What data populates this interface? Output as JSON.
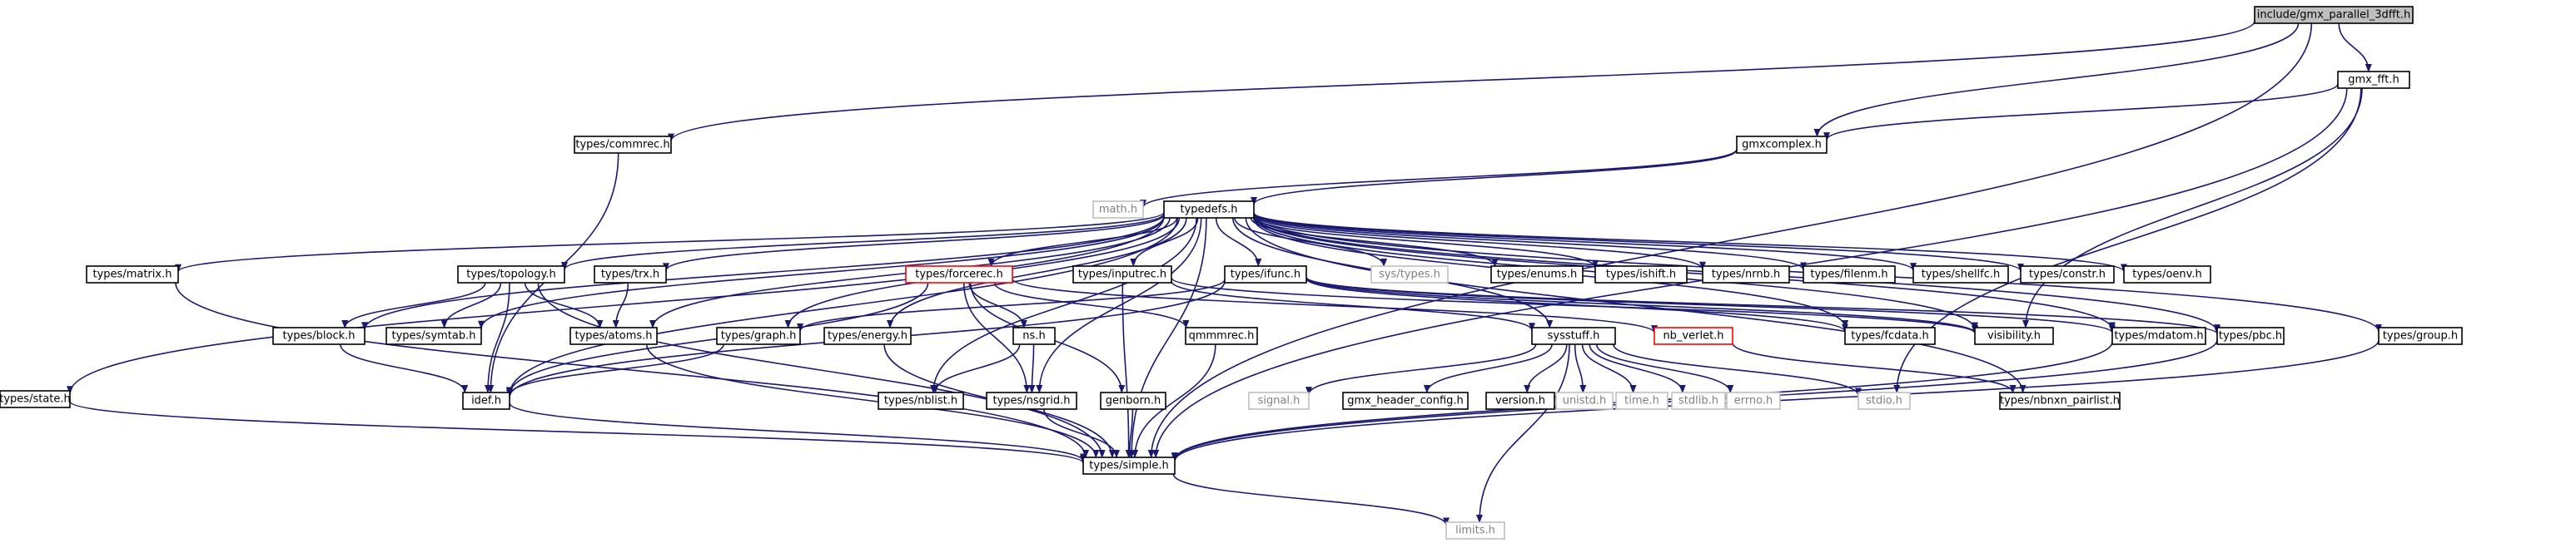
{
  "diagram": {
    "colors": {
      "edge": "#191970",
      "node_border": "#000000",
      "node_fill": "#ffffff",
      "root_fill": "#bfbfbf",
      "missing_border": "#bfbfbf",
      "missing_text": "#808080",
      "truncated_border": "#ff0000"
    },
    "nodes": [
      {
        "id": "root",
        "label": "include/gmx_parallel_3dfft.h",
        "kind": "root"
      },
      {
        "id": "gmx_fft",
        "label": "gmx_fft.h",
        "kind": "normal"
      },
      {
        "id": "commrec",
        "label": "types/commrec.h",
        "kind": "normal"
      },
      {
        "id": "gmxcomplex",
        "label": "gmxcomplex.h",
        "kind": "normal"
      },
      {
        "id": "math",
        "label": "math.h",
        "kind": "missing"
      },
      {
        "id": "typedefs",
        "label": "typedefs.h",
        "kind": "normal"
      },
      {
        "id": "matrix",
        "label": "types/matrix.h",
        "kind": "normal"
      },
      {
        "id": "topology",
        "label": "types/topology.h",
        "kind": "normal"
      },
      {
        "id": "trx",
        "label": "types/trx.h",
        "kind": "normal"
      },
      {
        "id": "forcerec",
        "label": "types/forcerec.h",
        "kind": "truncated"
      },
      {
        "id": "inputrec",
        "label": "types/inputrec.h",
        "kind": "normal"
      },
      {
        "id": "ifunc",
        "label": "types/ifunc.h",
        "kind": "normal"
      },
      {
        "id": "systypes",
        "label": "sys/types.h",
        "kind": "missing"
      },
      {
        "id": "enums",
        "label": "types/enums.h",
        "kind": "normal"
      },
      {
        "id": "ishift",
        "label": "types/ishift.h",
        "kind": "normal"
      },
      {
        "id": "nrnb",
        "label": "types/nrnb.h",
        "kind": "normal"
      },
      {
        "id": "filenm",
        "label": "types/filenm.h",
        "kind": "normal"
      },
      {
        "id": "shellfc",
        "label": "types/shellfc.h",
        "kind": "normal"
      },
      {
        "id": "constr",
        "label": "types/constr.h",
        "kind": "normal"
      },
      {
        "id": "oenv",
        "label": "types/oenv.h",
        "kind": "normal"
      },
      {
        "id": "state",
        "label": "types/state.h",
        "kind": "normal"
      },
      {
        "id": "block",
        "label": "types/block.h",
        "kind": "normal"
      },
      {
        "id": "symtab",
        "label": "types/symtab.h",
        "kind": "normal"
      },
      {
        "id": "atoms",
        "label": "types/atoms.h",
        "kind": "normal"
      },
      {
        "id": "graph",
        "label": "types/graph.h",
        "kind": "normal"
      },
      {
        "id": "energy",
        "label": "types/energy.h",
        "kind": "normal"
      },
      {
        "id": "ns",
        "label": "ns.h",
        "kind": "normal"
      },
      {
        "id": "qmmmrec",
        "label": "qmmmrec.h",
        "kind": "normal"
      },
      {
        "id": "sysstuff",
        "label": "sysstuff.h",
        "kind": "normal"
      },
      {
        "id": "nb_verlet",
        "label": "nb_verlet.h",
        "kind": "truncated"
      },
      {
        "id": "fcdata",
        "label": "types/fcdata.h",
        "kind": "normal"
      },
      {
        "id": "visibility",
        "label": "visibility.h",
        "kind": "normal"
      },
      {
        "id": "mdatom",
        "label": "types/mdatom.h",
        "kind": "normal"
      },
      {
        "id": "pbc",
        "label": "types/pbc.h",
        "kind": "normal"
      },
      {
        "id": "group",
        "label": "types/group.h",
        "kind": "normal"
      },
      {
        "id": "idef",
        "label": "idef.h",
        "kind": "normal"
      },
      {
        "id": "nblist",
        "label": "types/nblist.h",
        "kind": "normal"
      },
      {
        "id": "nsgrid",
        "label": "types/nsgrid.h",
        "kind": "normal"
      },
      {
        "id": "genborn",
        "label": "genborn.h",
        "kind": "normal"
      },
      {
        "id": "signal",
        "label": "signal.h",
        "kind": "missing"
      },
      {
        "id": "gmx_header_config",
        "label": "gmx_header_config.h",
        "kind": "normal"
      },
      {
        "id": "version",
        "label": "version.h",
        "kind": "normal"
      },
      {
        "id": "unistd",
        "label": "unistd.h",
        "kind": "missing"
      },
      {
        "id": "time",
        "label": "time.h",
        "kind": "missing"
      },
      {
        "id": "stdlib",
        "label": "stdlib.h",
        "kind": "missing"
      },
      {
        "id": "errno",
        "label": "errno.h",
        "kind": "missing"
      },
      {
        "id": "stdio",
        "label": "stdio.h",
        "kind": "missing"
      },
      {
        "id": "nbnxn_pairlist",
        "label": "types/nbnxn_pairlist.h",
        "kind": "normal"
      },
      {
        "id": "simple",
        "label": "types/simple.h",
        "kind": "normal"
      },
      {
        "id": "limits",
        "label": "limits.h",
        "kind": "missing"
      }
    ],
    "edges": [
      [
        "root",
        "gmx_fft"
      ],
      [
        "root",
        "commrec"
      ],
      [
        "root",
        "gmxcomplex"
      ],
      [
        "root",
        "simple"
      ],
      [
        "gmx_fft",
        "gmxcomplex"
      ],
      [
        "gmx_fft",
        "visibility"
      ],
      [
        "gmx_fft",
        "stdio"
      ],
      [
        "gmx_fft",
        "simple"
      ],
      [
        "commrec",
        "idef"
      ],
      [
        "gmxcomplex",
        "math"
      ],
      [
        "gmxcomplex",
        "typedefs"
      ],
      [
        "typedefs",
        "state"
      ],
      [
        "typedefs",
        "matrix"
      ],
      [
        "typedefs",
        "topology"
      ],
      [
        "typedefs",
        "trx"
      ],
      [
        "typedefs",
        "forcerec"
      ],
      [
        "typedefs",
        "inputrec"
      ],
      [
        "typedefs",
        "ifunc"
      ],
      [
        "typedefs",
        "systypes"
      ],
      [
        "typedefs",
        "enums"
      ],
      [
        "typedefs",
        "ishift"
      ],
      [
        "typedefs",
        "nrnb"
      ],
      [
        "typedefs",
        "filenm"
      ],
      [
        "typedefs",
        "shellfc"
      ],
      [
        "typedefs",
        "constr"
      ],
      [
        "typedefs",
        "oenv"
      ],
      [
        "typedefs",
        "block"
      ],
      [
        "typedefs",
        "symtab"
      ],
      [
        "typedefs",
        "atoms"
      ],
      [
        "typedefs",
        "graph"
      ],
      [
        "typedefs",
        "energy"
      ],
      [
        "typedefs",
        "nblist"
      ],
      [
        "typedefs",
        "nsgrid"
      ],
      [
        "typedefs",
        "sysstuff"
      ],
      [
        "typedefs",
        "fcdata"
      ],
      [
        "typedefs",
        "mdatom"
      ],
      [
        "typedefs",
        "pbc"
      ],
      [
        "typedefs",
        "group"
      ],
      [
        "typedefs",
        "nbnxn_pairlist"
      ],
      [
        "typedefs",
        "idef"
      ],
      [
        "typedefs",
        "simple"
      ],
      [
        "typedefs",
        "visibility"
      ],
      [
        "state",
        "simple"
      ],
      [
        "matrix",
        "simple"
      ],
      [
        "topology",
        "block"
      ],
      [
        "topology",
        "symtab"
      ],
      [
        "topology",
        "atoms"
      ],
      [
        "topology",
        "idef"
      ],
      [
        "topology",
        "simple"
      ],
      [
        "trx",
        "atoms"
      ],
      [
        "forcerec",
        "ns"
      ],
      [
        "forcerec",
        "genborn"
      ],
      [
        "forcerec",
        "qmmmrec"
      ],
      [
        "forcerec",
        "idef"
      ],
      [
        "forcerec",
        "nsgrid"
      ],
      [
        "forcerec",
        "nb_verlet"
      ],
      [
        "inputrec",
        "sysstuff"
      ],
      [
        "inputrec",
        "simple"
      ],
      [
        "inputrec",
        "visibility"
      ],
      [
        "ifunc",
        "graph"
      ],
      [
        "ifunc",
        "idef"
      ],
      [
        "ifunc",
        "fcdata"
      ],
      [
        "ifunc",
        "mdatom"
      ],
      [
        "ifunc",
        "pbc"
      ],
      [
        "ifunc",
        "visibility"
      ],
      [
        "block",
        "idef"
      ],
      [
        "atoms",
        "simple"
      ],
      [
        "graph",
        "idef"
      ],
      [
        "energy",
        "simple"
      ],
      [
        "ns",
        "nsgrid"
      ],
      [
        "ns",
        "nblist"
      ],
      [
        "qmmmrec",
        "simple"
      ],
      [
        "genborn",
        "simple"
      ],
      [
        "nsgrid",
        "simple"
      ],
      [
        "sysstuff",
        "signal"
      ],
      [
        "sysstuff",
        "gmx_header_config"
      ],
      [
        "sysstuff",
        "version"
      ],
      [
        "sysstuff",
        "unistd"
      ],
      [
        "sysstuff",
        "time"
      ],
      [
        "sysstuff",
        "stdlib"
      ],
      [
        "sysstuff",
        "errno"
      ],
      [
        "sysstuff",
        "stdio"
      ],
      [
        "sysstuff",
        "limits"
      ],
      [
        "nb_verlet",
        "nbnxn_pairlist"
      ],
      [
        "mdatom",
        "simple"
      ],
      [
        "pbc",
        "simple"
      ],
      [
        "group",
        "simple"
      ],
      [
        "idef",
        "simple"
      ],
      [
        "simple",
        "limits"
      ]
    ]
  }
}
